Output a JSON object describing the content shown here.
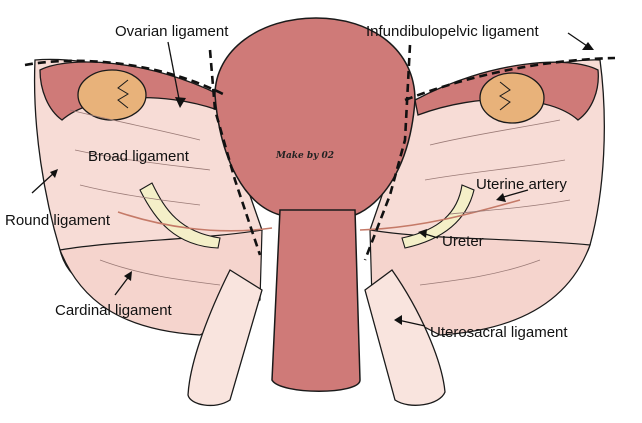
{
  "labels": {
    "ovarian_ligament": "Ovarian ligament",
    "infundibulopelvic_ligament": "Infundibulopelvic ligament",
    "broad_ligament": "Broad ligament",
    "uterine_artery": "Uterine artery",
    "round_ligament": "Round ligament",
    "ureter": "Ureter",
    "cardinal_ligament": "Cardinal ligament",
    "uterosacral_ligament": "Uterosacral ligament"
  },
  "signature": "Make by 02",
  "colors": {
    "uterus": "#cf7a78",
    "ligament": "#f7dcd6",
    "ovary": "#e8b27a",
    "ureter": "#f4efc8",
    "artery": "#c57a68",
    "outline": "#1a1a1a"
  }
}
